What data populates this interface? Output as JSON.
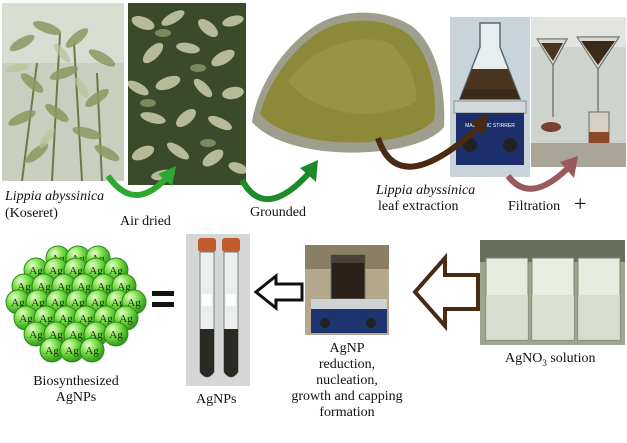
{
  "labels": {
    "plant_name": "Lippia abyssinica",
    "plant_local": "(Koseret)",
    "air_dried": "Air dried",
    "grounded": "Grounded",
    "extraction_name": "Lippia abyssinica",
    "extraction_text": "leaf extraction",
    "filtration": "Filtration",
    "plus": "+",
    "silver_solution_prefix": "AgNO",
    "silver_solution_sub": "3",
    "silver_solution_suffix": " solution",
    "reaction_lines": [
      "AgNP",
      "reduction,",
      "nucleation,",
      "growth and capping",
      "formation"
    ],
    "agnps": "AgNPs",
    "biosynth_line1": "Biosynthesized",
    "biosynth_line2": "AgNPs",
    "equals": "=",
    "particle_symbol": "Ag",
    "stirrer_label": "MAGNETIC STIRRER"
  },
  "colors": {
    "green_arrow": "#2ea82e",
    "brown_arrow": "#4a2a12",
    "rose_arrow": "#9a5a5a",
    "particle_fill": "#7ee04a",
    "particle_stroke": "#2a8a1a",
    "powder": "#8f8a3a"
  }
}
